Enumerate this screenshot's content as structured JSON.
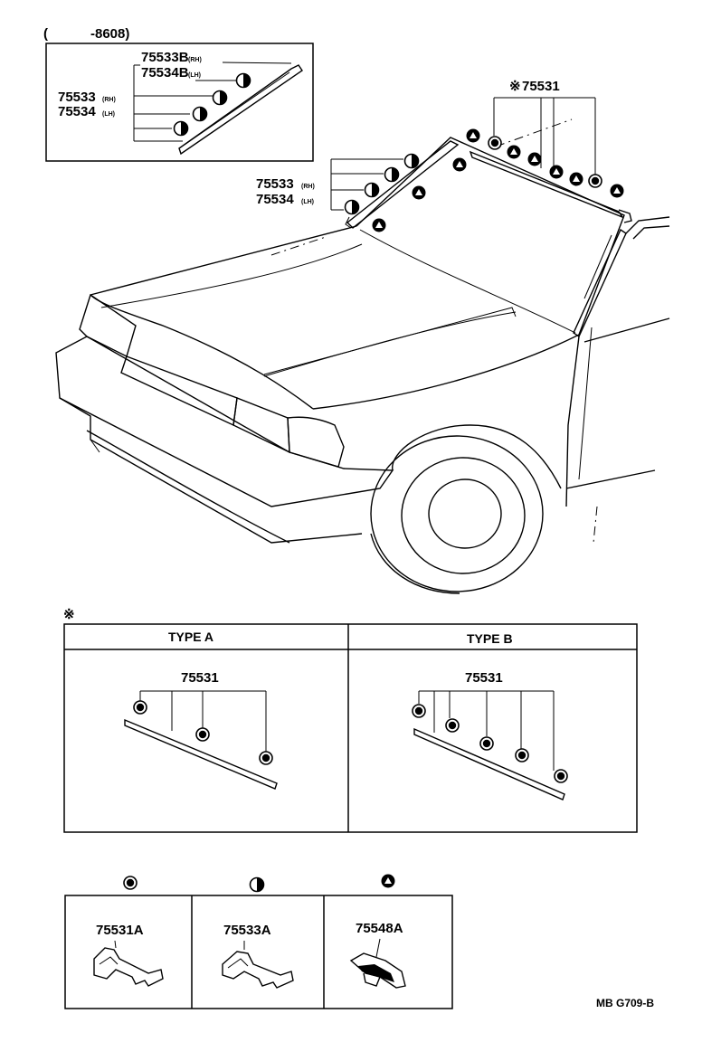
{
  "inset": {
    "range_open": "(",
    "range_to": "-8608)",
    "labels": [
      {
        "code": "75533B",
        "side": "(RH)"
      },
      {
        "code": "75534B",
        "side": "(LH)"
      },
      {
        "code": "75533",
        "side": "(RH)"
      },
      {
        "code": "75534",
        "side": "(LH)"
      }
    ]
  },
  "main": {
    "clip_code": "75531",
    "marker": "※",
    "side_labels": [
      {
        "code": "75533",
        "side": "(RH)"
      },
      {
        "code": "75534",
        "side": "(LH)"
      }
    ]
  },
  "types": {
    "marker": "※",
    "type_a": {
      "header": "TYPE A",
      "code": "75531"
    },
    "type_b": {
      "header": "TYPE B",
      "code": "75531"
    }
  },
  "legend": [
    {
      "symbol": "filled-circle",
      "code": "75531A"
    },
    {
      "symbol": "half-circle",
      "code": "75533A"
    },
    {
      "symbol": "triangle",
      "code": "75548A"
    }
  ],
  "footer_code": "MB G709-B"
}
